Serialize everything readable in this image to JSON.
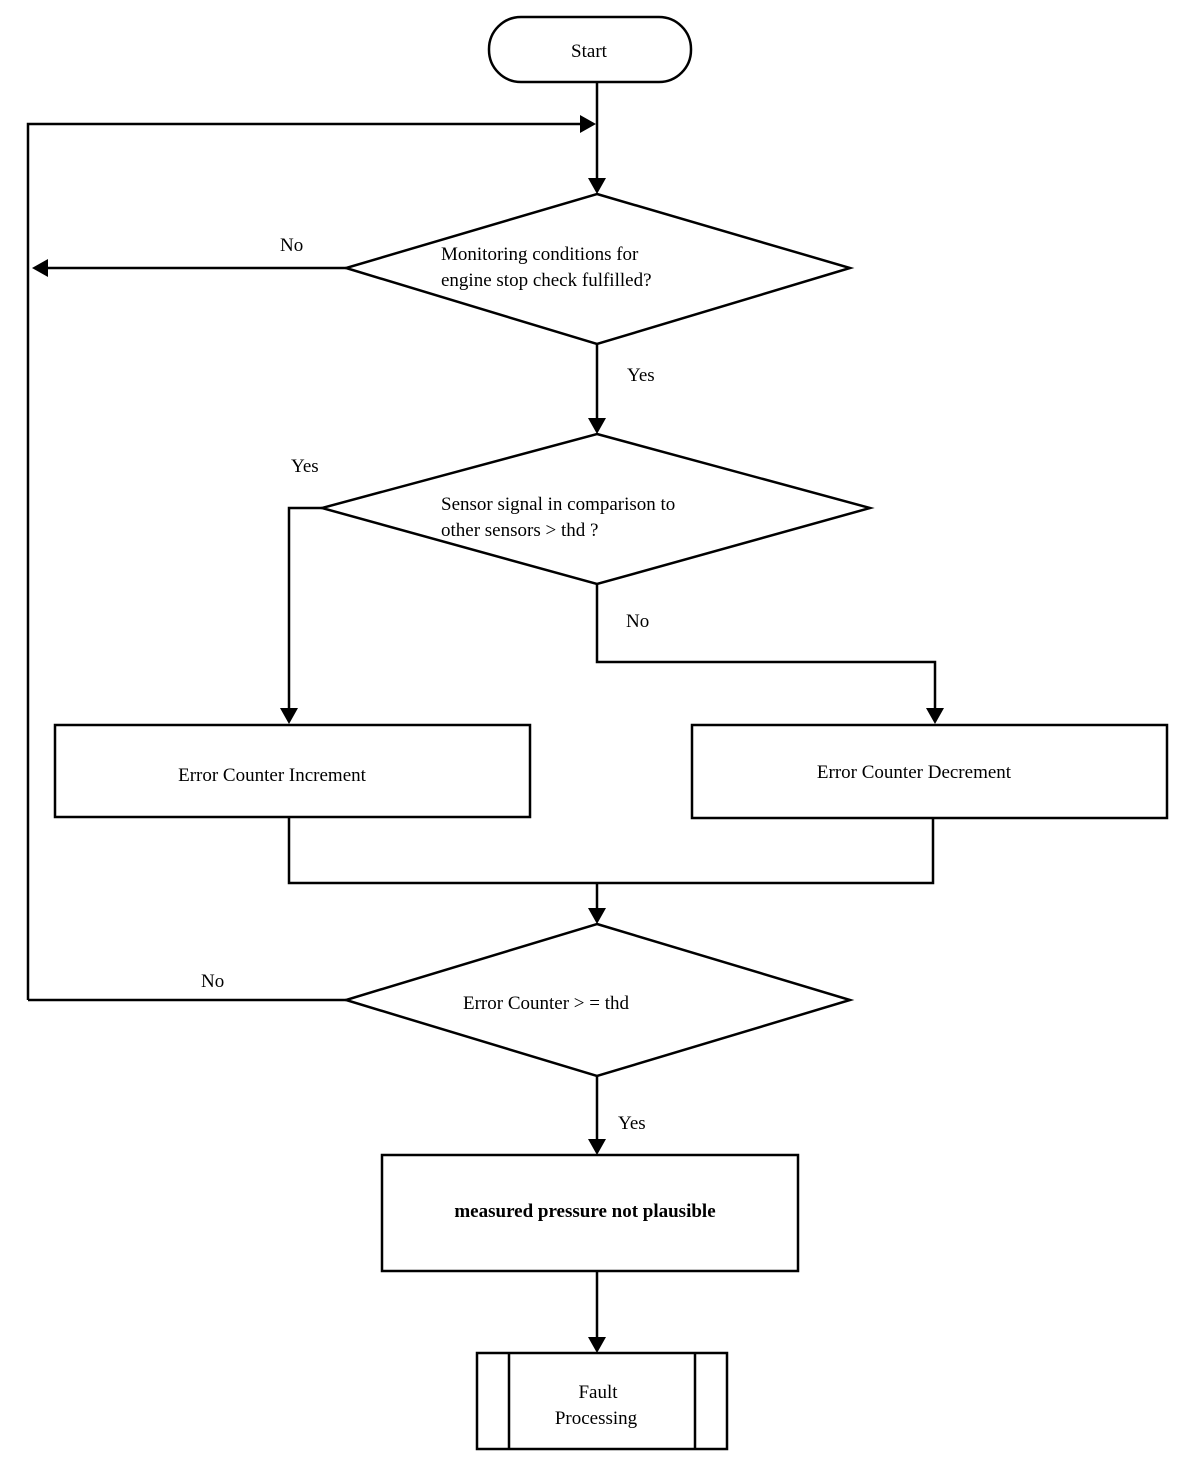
{
  "nodes": {
    "start": {
      "label": "Start"
    },
    "monitoring_decision": {
      "line1": "Monitoring  conditions for",
      "line2": "engine stop check fulfilled?"
    },
    "sensor_decision": {
      "line1": "Sensor signal in comparison to",
      "line2": "other sensors > thd ?"
    },
    "increment": {
      "label": "Error Counter Increment"
    },
    "decrement": {
      "label": "Error Counter Decrement"
    },
    "counter_decision": {
      "label": "Error Counter > = thd"
    },
    "not_plausible": {
      "label": "measured pressure not plausible"
    },
    "fault": {
      "line1": "Fault",
      "line2": "Processing"
    }
  },
  "edges": {
    "monitoring_no": "No",
    "monitoring_yes": "Yes",
    "sensor_yes": "Yes",
    "sensor_no": "No",
    "counter_no": "No",
    "counter_yes": "Yes"
  }
}
